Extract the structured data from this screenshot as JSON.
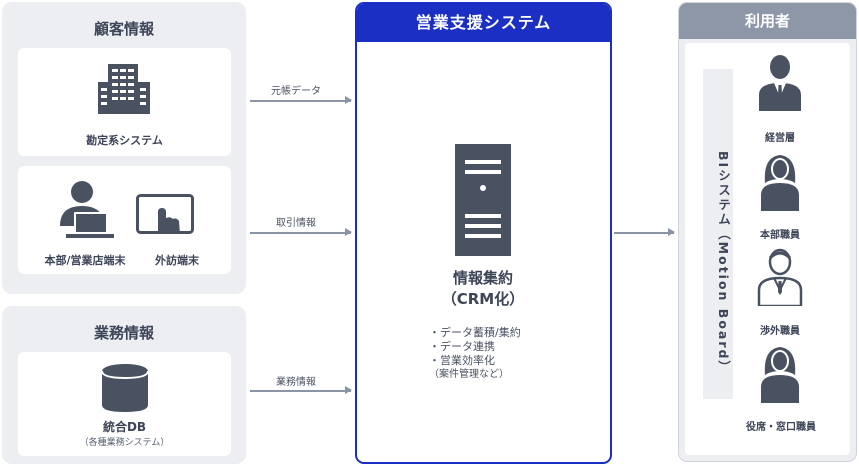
{
  "customer_panel": {
    "title": "顧客情報",
    "accounting_label": "勘定系システム",
    "branch_label": "本部/営業店端末",
    "mobile_label": "外訪端末"
  },
  "business_panel": {
    "title": "業務情報",
    "db_label": "統合DB",
    "db_sublabel": "（各種業務システム）"
  },
  "arrows": {
    "ledger": "元帳データ",
    "transaction": "取引情報",
    "business": "業務情報"
  },
  "crm": {
    "title": "営業支援システム",
    "main_label": "情報集約",
    "main_sub": "（CRM化）",
    "bullets": [
      "・データ蓄積/集約",
      "・データ連携",
      "・営業効率化"
    ],
    "bullet_note": "（案件管理など）"
  },
  "users": {
    "title": "利用者",
    "bi_label": "BIシステム（Motion Board）",
    "roles": [
      "経営層",
      "本部職員",
      "渉外職員",
      "役席・窓口職員"
    ]
  },
  "colors": {
    "accent": "#1b2fc5",
    "icon": "#4a5262",
    "panel": "#eceef2",
    "users_header": "#8e97a8"
  }
}
